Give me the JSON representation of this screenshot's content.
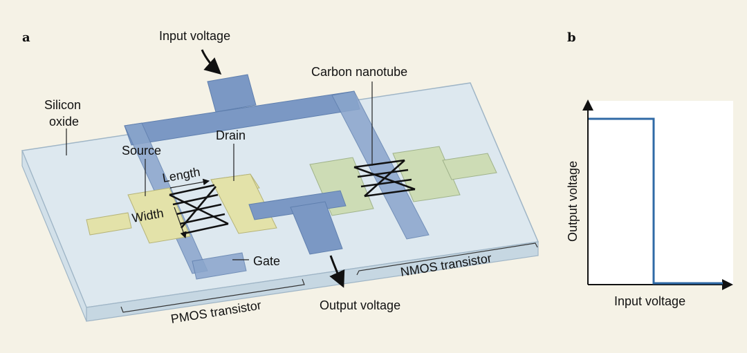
{
  "panel_a": {
    "letter": "a",
    "labels": {
      "input_voltage": "Input voltage",
      "carbon_nanotube": "Carbon nanotube",
      "silicon": "Silicon",
      "oxide": "oxide",
      "drain": "Drain",
      "source": "Source",
      "length": "Length",
      "width": "Width",
      "gate": "Gate",
      "nmos": "NMOS transistor",
      "pmos": "PMOS transistor",
      "output_voltage": "Output voltage"
    }
  },
  "panel_b": {
    "letter": "b",
    "ylabel": "Output voltage",
    "xlabel": "Input voltage"
  },
  "colors": {
    "background": "#f5f2e6",
    "oxide_top": "#dde8ef",
    "gate_metal": "#7b98c4",
    "pmos_contacts": "#e3e2a9",
    "nmos_contacts": "#cddcb5",
    "curve": "#2f6aa6"
  }
}
